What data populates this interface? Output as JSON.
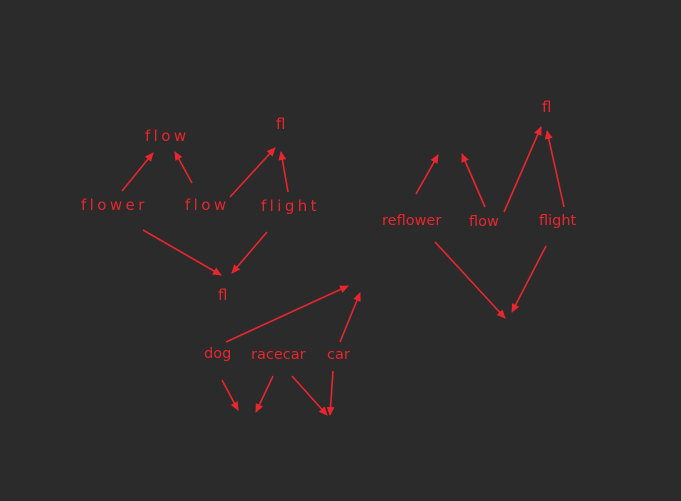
{
  "colors": {
    "background": "#2b2b2b",
    "stroke": "#e8262e"
  },
  "group1": {
    "top_left": "flow",
    "top_right": "fl",
    "word1": "flower",
    "word2": "flow",
    "word3": "flight",
    "bottom": "fl"
  },
  "group2": {
    "word1": "dog",
    "word2": "racecar",
    "word3": "car"
  },
  "group3": {
    "top": "fl",
    "word1": "reflower",
    "word2": "flow",
    "word3": "flight"
  }
}
